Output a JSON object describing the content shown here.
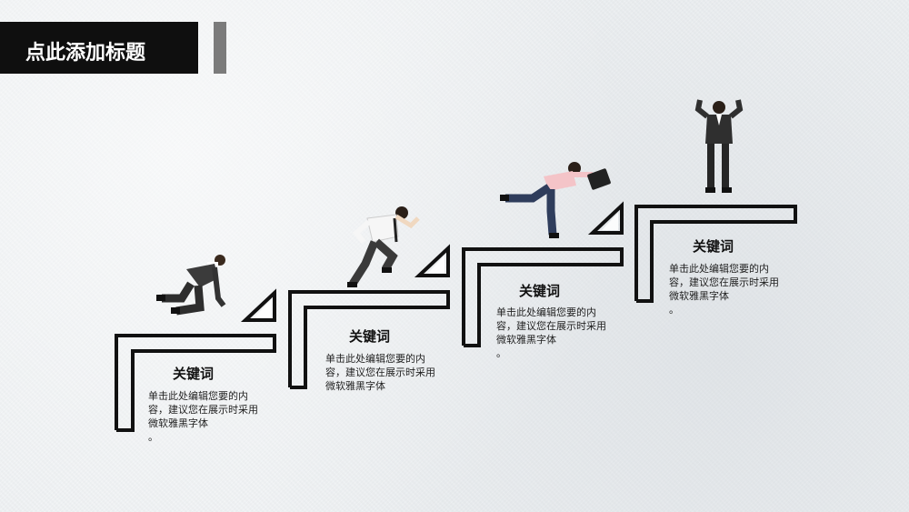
{
  "header": {
    "title": "点此添加标题"
  },
  "steps": [
    {
      "keyword": "关键词",
      "description": "单击此处编辑您要的内容，建议您在展示时采用微软雅黑字体",
      "tail": "。"
    },
    {
      "keyword": "关键词",
      "description": "单击此处编辑您要的内容，建议您在展示时采用微软雅黑字体",
      "tail": "。"
    },
    {
      "keyword": "关键词",
      "description": "单击此处编辑您要的内容，建议您在展示时采用微软雅黑字体",
      "tail": "。"
    },
    {
      "keyword": "关键词",
      "description": "单击此处编辑您要的内容，建议您在展示时采用微软雅黑字体",
      "tail": "。"
    }
  ],
  "colors": {
    "title_bg": "#0f0f0f",
    "accent": "#7b7b7b",
    "background": "#eceff1"
  },
  "figures": [
    "crouching-businessman-icon",
    "running-businessman-icon",
    "leaping-businessman-icon",
    "cheering-businessman-icon"
  ]
}
